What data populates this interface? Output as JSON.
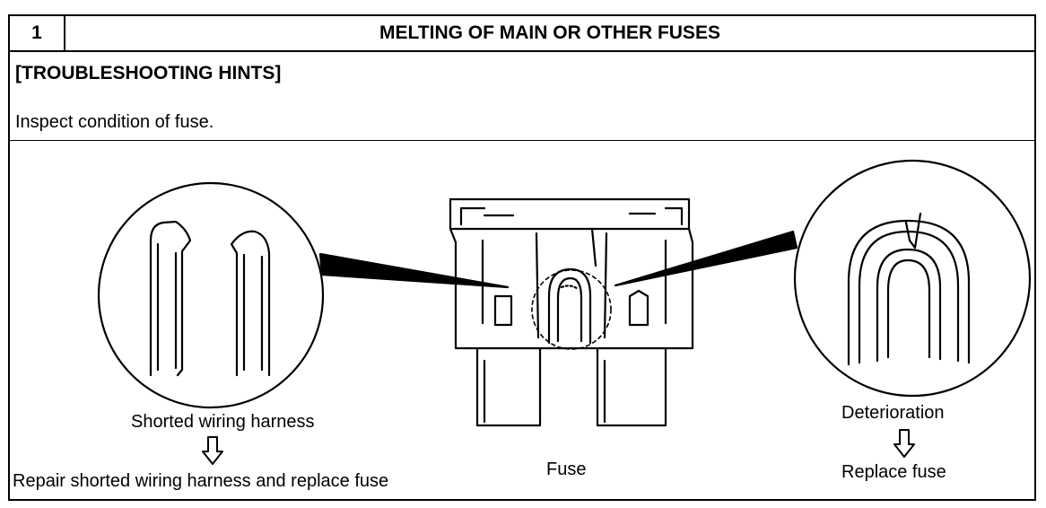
{
  "header": {
    "number": "1",
    "title": "MELTING OF MAIN OR OTHER FUSES"
  },
  "section": {
    "hints_heading": "[TROUBLESHOOTING HINTS]",
    "instruction": "Inspect condition of fuse."
  },
  "diagram": {
    "left": {
      "cause": "Shorted wiring harness",
      "arrow_icon": "down-arrow-icon",
      "remedy": "Repair shorted wiring harness and replace fuse"
    },
    "center": {
      "label": "Fuse"
    },
    "right": {
      "cause": "Deterioration",
      "arrow_icon": "down-arrow-icon",
      "remedy": "Replace fuse"
    },
    "line_color": "#000000"
  }
}
